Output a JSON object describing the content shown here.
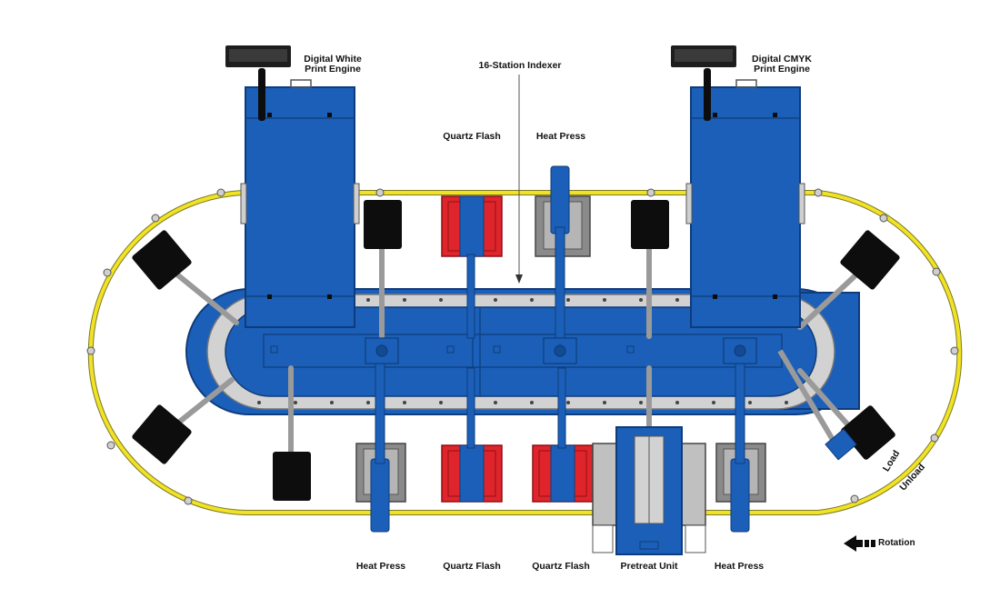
{
  "labels": {
    "digital_white_line1": "Digital White",
    "digital_white_line2": "Print Engine",
    "digital_cmyk_line1": "Digital CMYK",
    "digital_cmyk_line2": "Print Engine",
    "indexer": "16-Station Indexer",
    "quartz_flash_top": "Quartz Flash",
    "heat_press_top": "Heat Press",
    "heat_press_bottom_left": "Heat Press",
    "quartz_flash_bottom_1": "Quartz Flash",
    "quartz_flash_bottom_2": "Quartz Flash",
    "pretreat_unit": "Pretreat Unit",
    "heat_press_bottom_right": "Heat Press",
    "load": "Load",
    "unload": "Unload",
    "rotation": "Rotation"
  },
  "colors": {
    "machine_blue": "#1c5fb8",
    "dark_blue": "#134a94",
    "conveyor_yellow": "#f2e224",
    "flash_red": "#e0242b",
    "press_gray": "#8a8a8a",
    "platen_black": "#0d0d0d",
    "rail_gray": "#d2d2d2"
  }
}
